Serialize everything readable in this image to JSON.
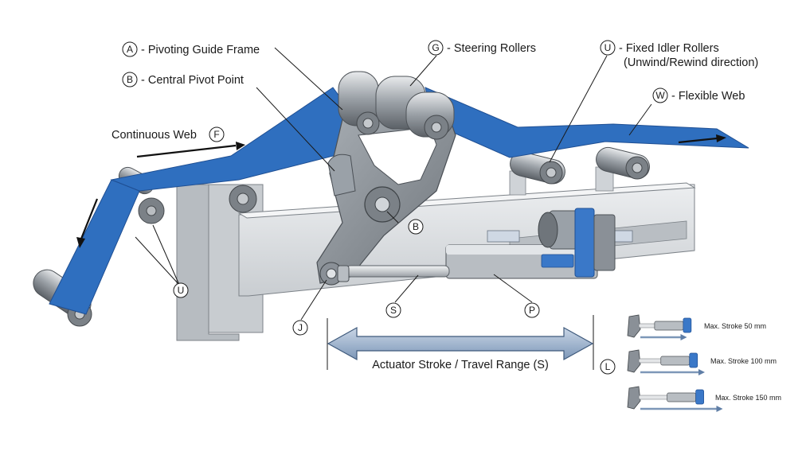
{
  "callouts": {
    "A": {
      "letter": "A",
      "text": "- Pivoting Guide Frame"
    },
    "B": {
      "letter": "B",
      "text": "- Central Pivot Point"
    },
    "G": {
      "letter": "G",
      "text": "- Steering Rollers"
    },
    "U_top": {
      "letter": "U",
      "text_line1": "- Fixed Idler Rollers",
      "text_line2": "(Unwind/Rewind direction)"
    },
    "W": {
      "letter": "W",
      "text": "- Flexible Web"
    },
    "F": {
      "prefix": "Continuous Web",
      "letter": "F"
    },
    "B_part": {
      "letter": "B"
    },
    "U_left": {
      "letter": "U"
    },
    "S_rod": {
      "letter": "S"
    },
    "P": {
      "letter": "P"
    },
    "J": {
      "letter": "J"
    },
    "L": {
      "letter": "L"
    }
  },
  "stroke_range": {
    "label": "Actuator Stroke / Travel Range (S)"
  },
  "stroke_variants": [
    {
      "label": "Max. Stroke 50 mm",
      "stroke_mm": 50
    },
    {
      "label": "Max. Stroke 100 mm",
      "stroke_mm": 100
    },
    {
      "label": "Max. Stroke 150 mm",
      "stroke_mm": 150
    }
  ],
  "colors": {
    "web_blue": "#2f6fbf",
    "web_blue_dark": "#1f4f93",
    "frame_gray": "#d9dcdf",
    "frame_gray_dark": "#9aa1a8",
    "arm_gray": "#8a9097",
    "actuator_blue": "#3a78c8"
  }
}
